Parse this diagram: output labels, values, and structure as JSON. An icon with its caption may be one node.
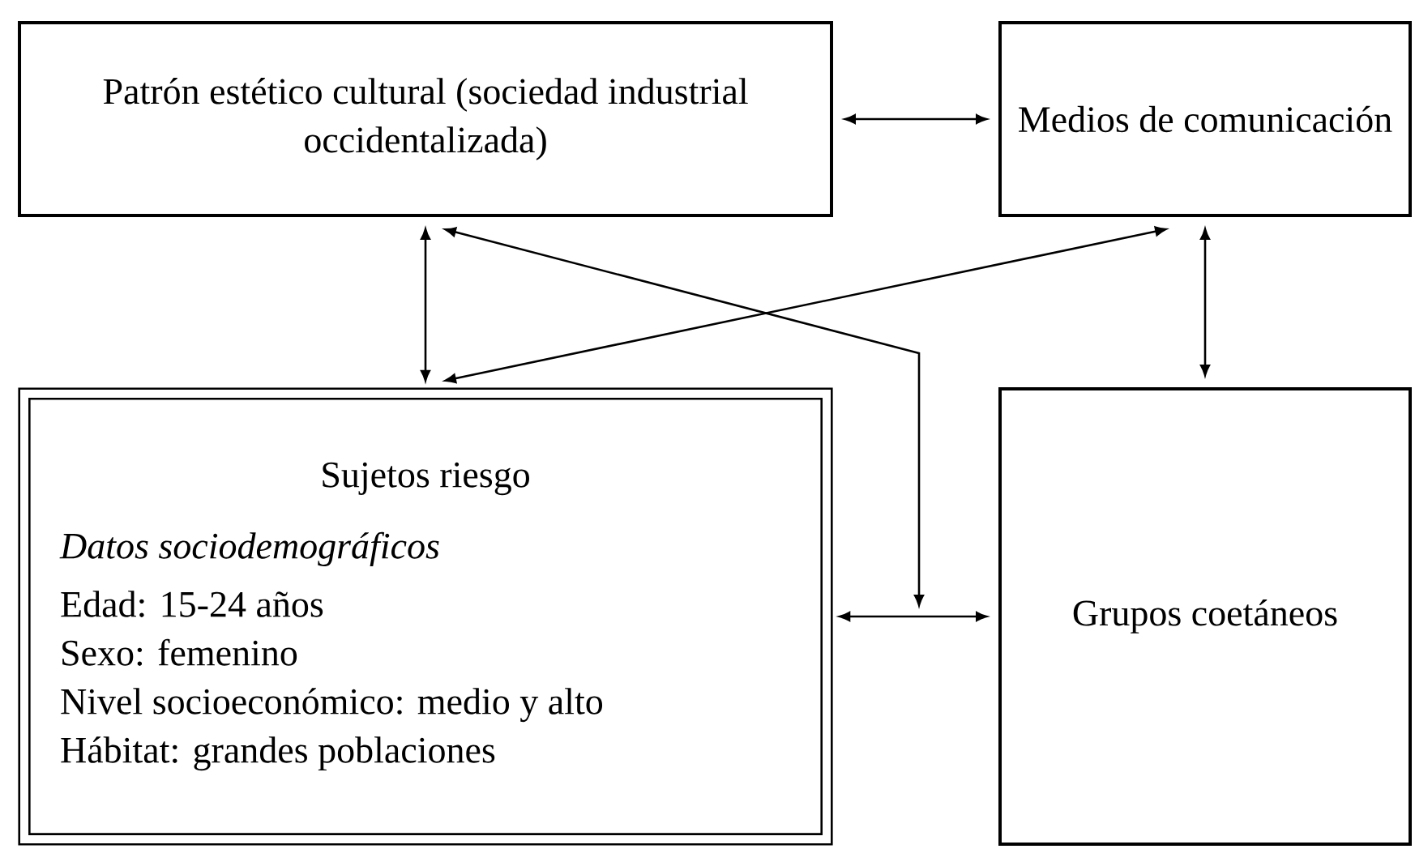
{
  "diagram": {
    "nodes": [
      {
        "text": [
          "Patrón estético cultural (sociedad industrial occidentalizada)"
        ]
      },
      {
        "text": [
          "Medios de comunicación"
        ]
      },
      {
        "text": [
          "Sujetos riesgo",
          "Datos sociodemográficos",
          "Edad: 15-24 años",
          "Sexo: femenino",
          "Nivel socioeconómico: medio y alto",
          "Hábitat: grandes poblaciones"
        ]
      },
      {
        "text": [
          "Grupos coetáneos"
        ]
      }
    ],
    "edges": [
      {
        "from": 0,
        "to": 1,
        "arrow": "both"
      },
      {
        "from": 0,
        "to": 2,
        "arrow": "both"
      },
      {
        "from": 1,
        "to": 2,
        "arrow": "both"
      },
      {
        "from": 0,
        "to": null,
        "arrow": "both"
      },
      {
        "from": 1,
        "to": 3,
        "arrow": "both"
      },
      {
        "from": 2,
        "to": 3,
        "arrow": "both"
      }
    ]
  }
}
